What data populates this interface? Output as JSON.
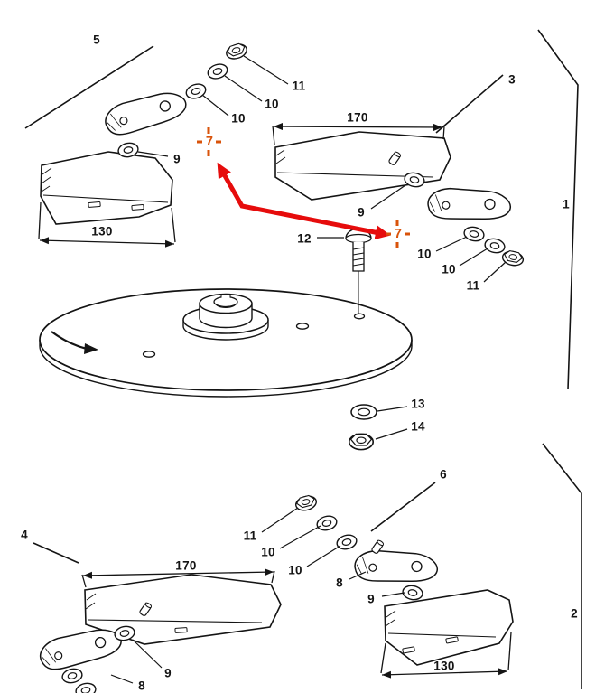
{
  "diagram_type": "exploded-parts-diagram",
  "colors": {
    "line": "#141414",
    "highlight": "#d9530a",
    "arrow_red": "#e60c0c",
    "background": "#ffffff"
  },
  "labels": [
    {
      "name": "part-5",
      "text": "5"
    },
    {
      "name": "part-11-top",
      "text": "11"
    },
    {
      "name": "part-10-top-upper",
      "text": "10"
    },
    {
      "name": "part-10-top-lower",
      "text": "10"
    },
    {
      "name": "part-3",
      "text": "3"
    },
    {
      "name": "dim-170-top",
      "text": "170"
    },
    {
      "name": "callout-7-left",
      "text": "7"
    },
    {
      "name": "part-9-top-left",
      "text": "9"
    },
    {
      "name": "part-1",
      "text": "1"
    },
    {
      "name": "part-9-top-right",
      "text": "9"
    },
    {
      "name": "dim-130-top",
      "text": "130"
    },
    {
      "name": "callout-7-right",
      "text": "7"
    },
    {
      "name": "part-12",
      "text": "12"
    },
    {
      "name": "part-10-right-upper",
      "text": "10"
    },
    {
      "name": "part-10-right-lower",
      "text": "10"
    },
    {
      "name": "part-11-right",
      "text": "11"
    },
    {
      "name": "part-13",
      "text": "13"
    },
    {
      "name": "part-14",
      "text": "14"
    },
    {
      "name": "part-6",
      "text": "6"
    },
    {
      "name": "part-11-bottom",
      "text": "11"
    },
    {
      "name": "part-4",
      "text": "4"
    },
    {
      "name": "part-10-bottom-upper",
      "text": "10"
    },
    {
      "name": "dim-170-bottom",
      "text": "170"
    },
    {
      "name": "part-10-bottom-lower",
      "text": "10"
    },
    {
      "name": "part-8-bottom-right",
      "text": "8"
    },
    {
      "name": "part-9-bottom-right",
      "text": "9"
    },
    {
      "name": "part-2",
      "text": "2"
    },
    {
      "name": "dim-130-bottom",
      "text": "130"
    },
    {
      "name": "part-9-bottom-left",
      "text": "9"
    },
    {
      "name": "part-8-bottom-left",
      "text": "8"
    }
  ]
}
